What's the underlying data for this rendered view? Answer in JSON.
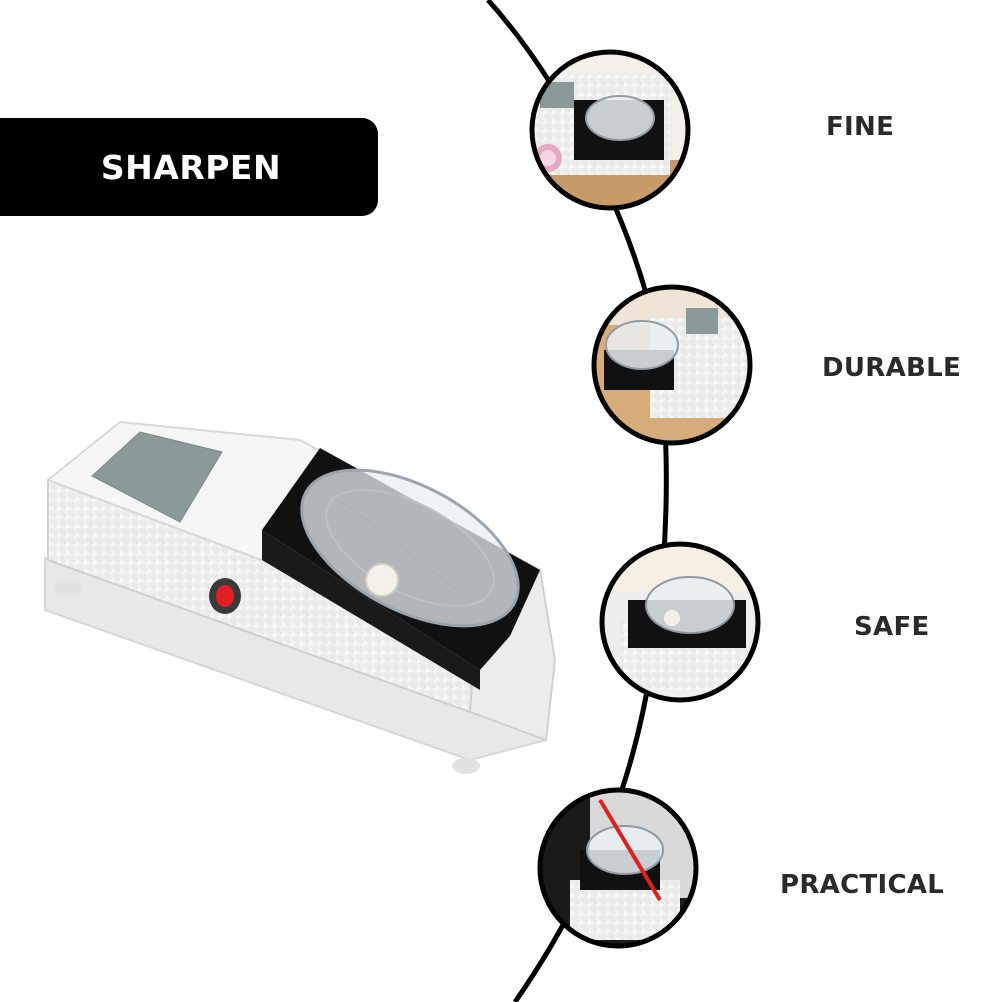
{
  "banner": {
    "label": "SHARPEN"
  },
  "features": [
    {
      "label": "FINE",
      "icon": "sharpener-closeup-fine-icon"
    },
    {
      "label": "DURABLE",
      "icon": "sharpener-closeup-durable-icon"
    },
    {
      "label": "SAFE",
      "icon": "sharpener-closeup-safe-icon"
    },
    {
      "label": "PRACTICAL",
      "icon": "sharpener-closeup-practical-icon"
    }
  ],
  "colors": {
    "banner_bg": "#000000",
    "banner_text": "#ffffff",
    "label_text": "#2a2a2a",
    "connector_line": "#000000",
    "device_body": "#f2f2f2",
    "whetstone": "#8a9a98",
    "blade_guide": "#111111",
    "power_switch": "#e0201e"
  }
}
